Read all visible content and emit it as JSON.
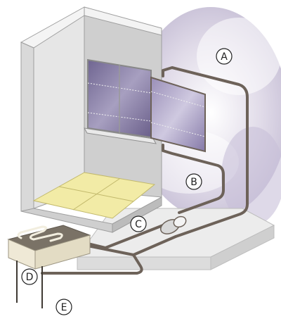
{
  "labels": {
    "a": "A",
    "b": "B",
    "c": "C",
    "d": "D",
    "e": "E"
  },
  "colors": {
    "sky": "#cfc8dc",
    "wall_front": "#e2e2e2",
    "wall_side": "#bdbdbd",
    "floor_tile": "#f2eba6",
    "glass": "#8a7ea8",
    "pipe": "#6d6259",
    "ground": "#e9e9e9"
  }
}
